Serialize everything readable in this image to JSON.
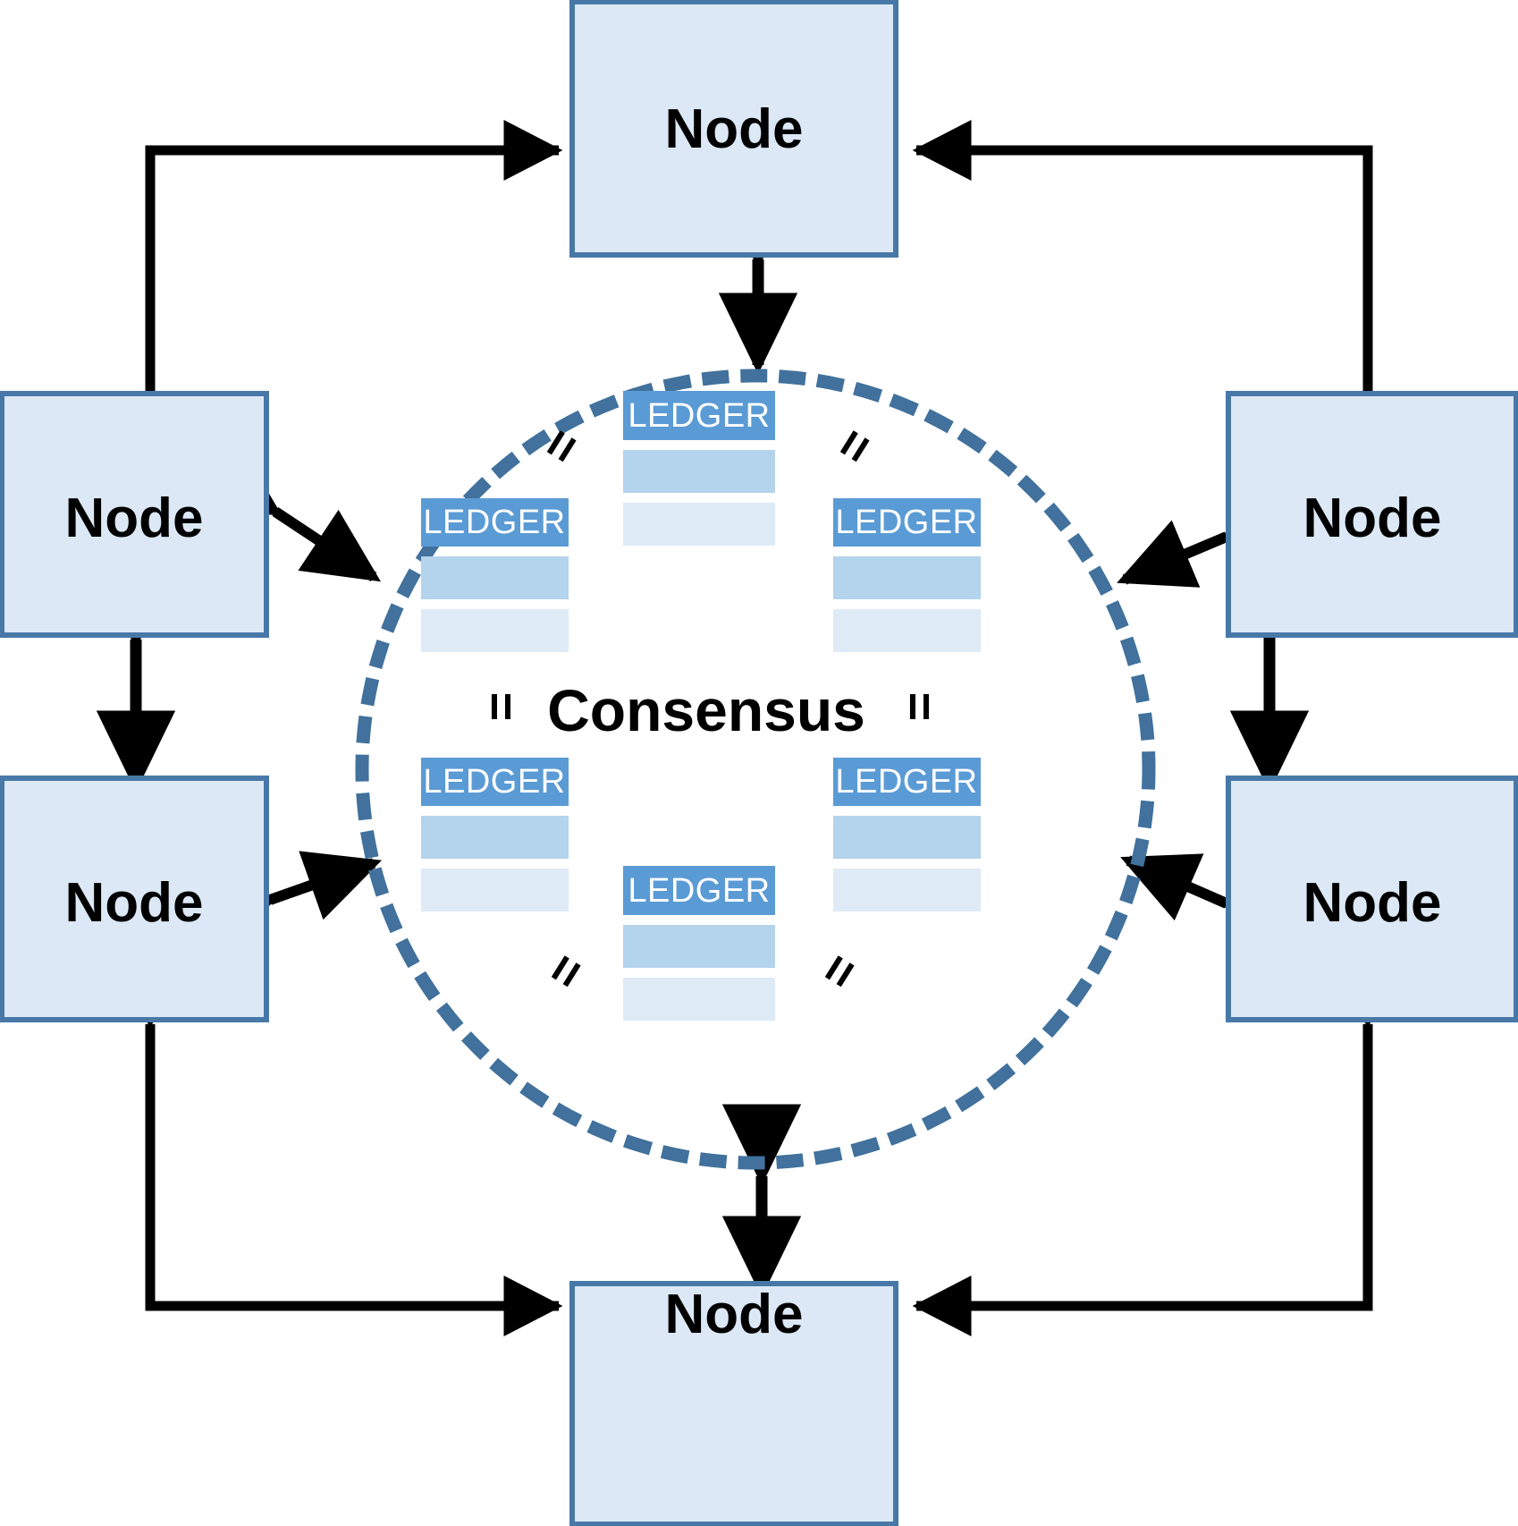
{
  "diagram": {
    "title_text": "Consensus",
    "ledger_label": "LEDGER",
    "node_label": "Node",
    "equals_symbol": "=",
    "colors": {
      "node_fill": "#DCE8F5",
      "node_border": "#4878A8",
      "ledger_header": "#5B9BD5",
      "ledger_row_mid": "#B4D3EC",
      "ledger_row_light": "#DEEAF6",
      "circle_dots": "#41719C",
      "arrow": "#000000",
      "text": "#000000"
    },
    "nodes": [
      {
        "id": "node-top",
        "label": "Node"
      },
      {
        "id": "node-left-upper",
        "label": "Node"
      },
      {
        "id": "node-left-lower",
        "label": "Node"
      },
      {
        "id": "node-right-upper",
        "label": "Node"
      },
      {
        "id": "node-right-lower",
        "label": "Node"
      },
      {
        "id": "node-bottom",
        "label": "Node"
      }
    ],
    "ledgers": [
      {
        "id": "ledger-top",
        "label": "LEDGER"
      },
      {
        "id": "ledger-upper-left",
        "label": "LEDGER"
      },
      {
        "id": "ledger-upper-right",
        "label": "LEDGER"
      },
      {
        "id": "ledger-lower-left",
        "label": "LEDGER"
      },
      {
        "id": "ledger-lower-right",
        "label": "LEDGER"
      },
      {
        "id": "ledger-bottom",
        "label": "LEDGER"
      }
    ],
    "equals_marks": [
      {
        "id": "equals-top-left",
        "symbol": "="
      },
      {
        "id": "equals-top-right",
        "symbol": "="
      },
      {
        "id": "equals-mid-left",
        "symbol": "="
      },
      {
        "id": "equals-mid-right",
        "symbol": "="
      },
      {
        "id": "equals-bottom-left",
        "symbol": "="
      },
      {
        "id": "equals-bottom-right",
        "symbol": "="
      }
    ]
  }
}
